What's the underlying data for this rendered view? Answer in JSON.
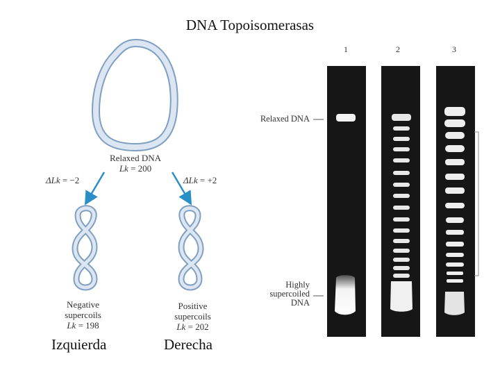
{
  "title": "DNA Topoisomerasas",
  "relaxed": {
    "line1": "Relaxed DNA",
    "lk_label": "Lk",
    "lk_value": "= 200"
  },
  "left_arrow": {
    "delta": "ΔLk",
    "value": "= −2"
  },
  "right_arrow": {
    "delta": "ΔLk",
    "value": "= +2"
  },
  "negative": {
    "line1": "Negative",
    "line2": "supercoils",
    "lk_label": "Lk",
    "lk_value": "= 198"
  },
  "positive": {
    "line1": "Positive",
    "line2": "supercoils",
    "lk_label": "Lk",
    "lk_value": "= 202"
  },
  "bottom_left": "Izquierda",
  "bottom_right": "Derecha",
  "gel": {
    "lanes": [
      "1",
      "2",
      "3"
    ],
    "relaxed_label": "Relaxed DNA",
    "supercoiled_label": {
      "line1": "Highly",
      "line2": "supercoiled",
      "line3": "DNA"
    }
  },
  "colors": {
    "dna_fill": "#dbe6f2",
    "dna_stroke": "#7f9fc0",
    "arrow": "#2a8fc7",
    "gel_bg": "#161616"
  }
}
